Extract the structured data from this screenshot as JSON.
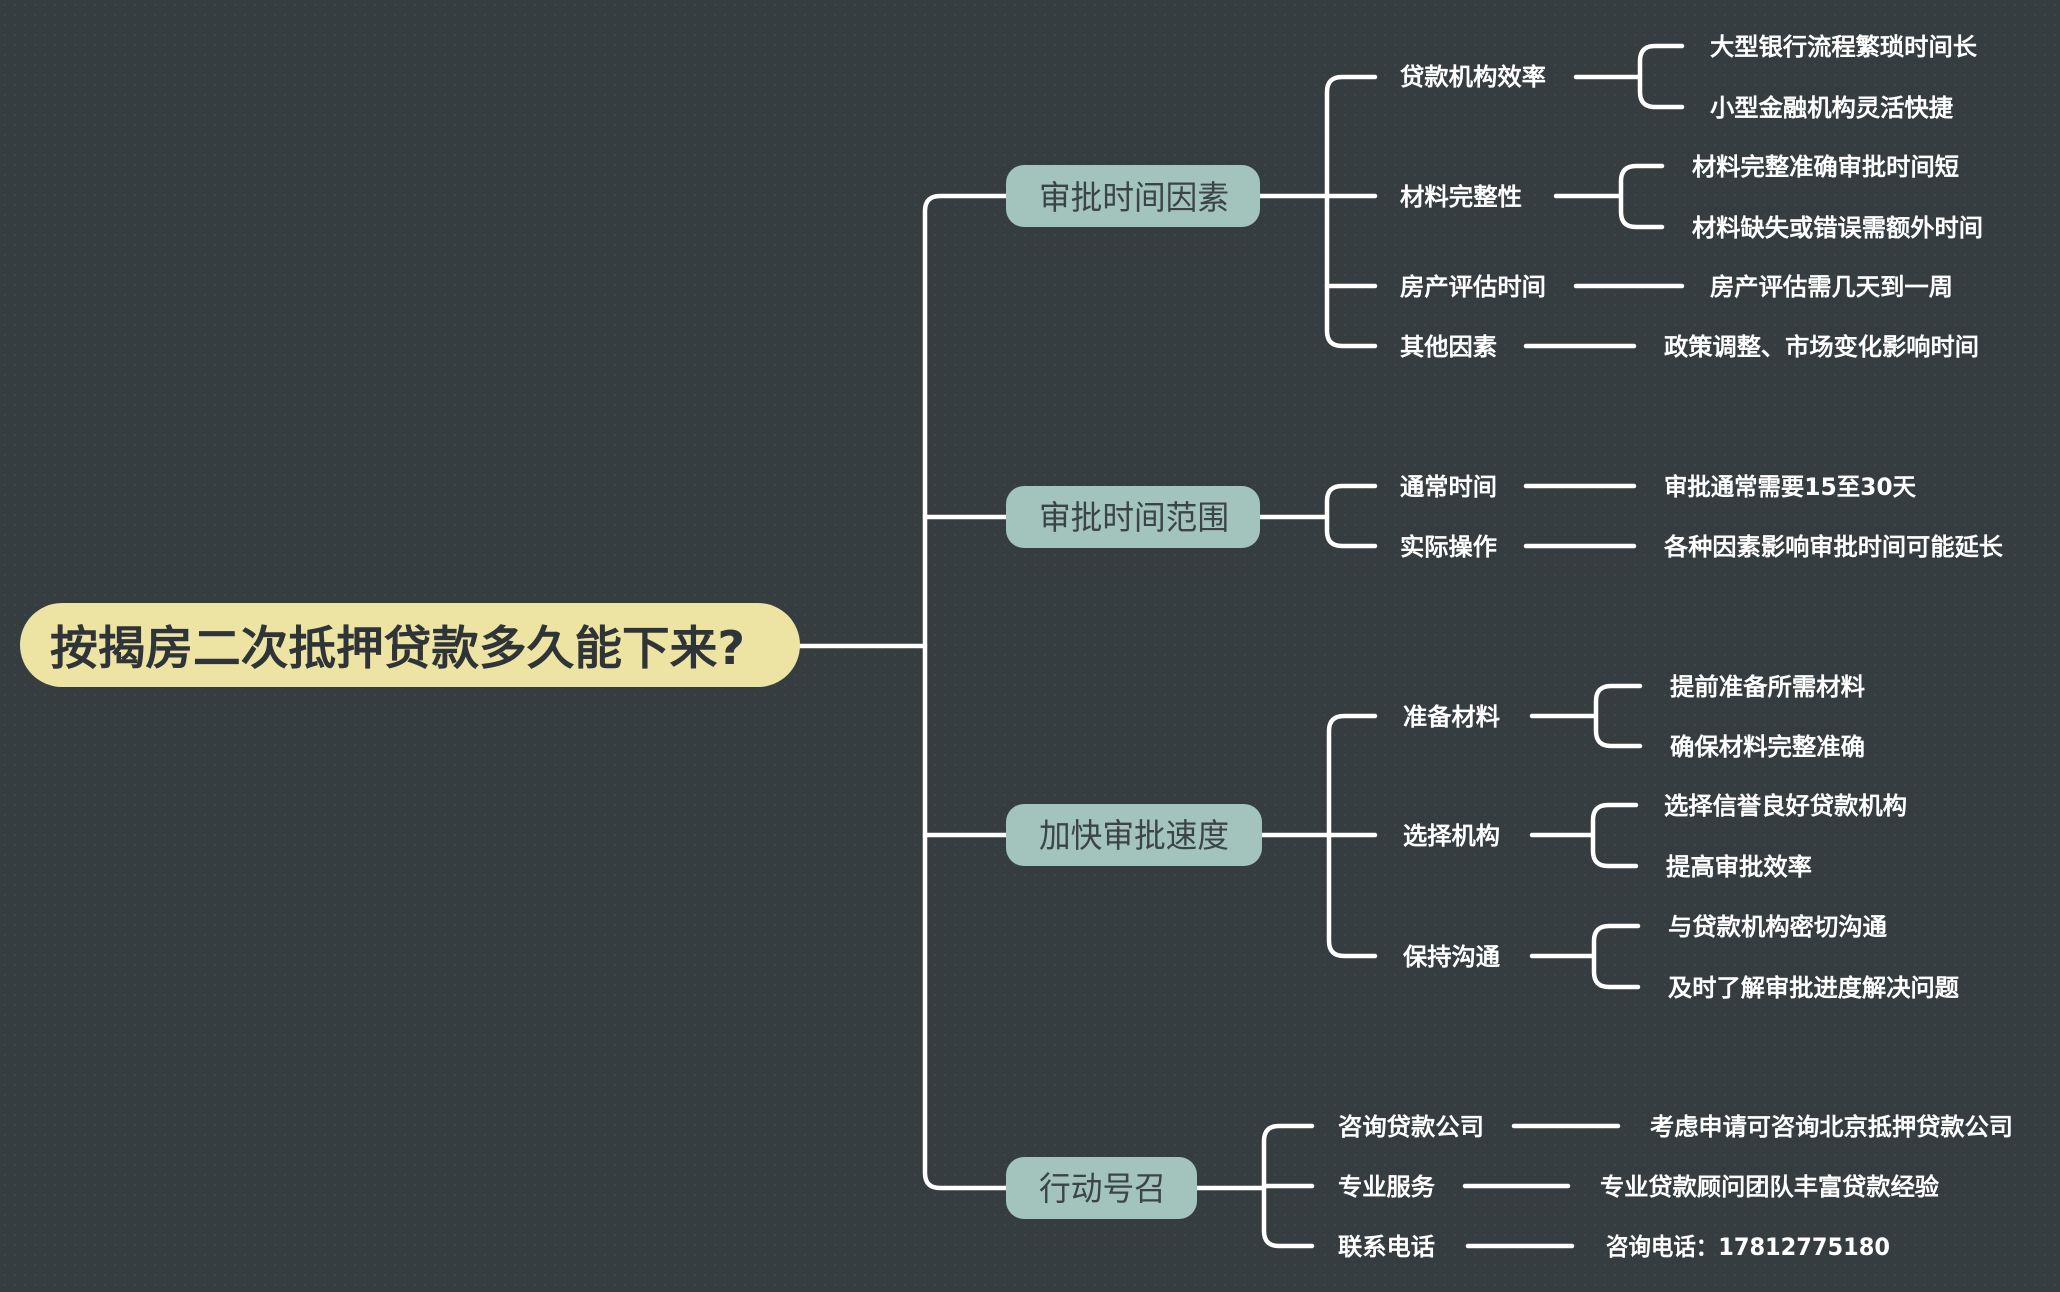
{
  "root": {
    "label": "按揭房二次抵押贷款多久能下来?"
  },
  "colors": {
    "background": "#363d40",
    "root_fill": "#ede4a3",
    "topic_fill": "#a3c4bc",
    "line": "#ffffff",
    "branch_text": "#ffffff"
  },
  "topics": [
    {
      "label": "审批时间因素",
      "children": [
        {
          "label": "贷款机构效率",
          "children": [
            {
              "label": "大型银行流程繁琐时间长"
            },
            {
              "label": "小型金融机构灵活快捷"
            }
          ]
        },
        {
          "label": "材料完整性",
          "children": [
            {
              "label": "材料完整准确审批时间短"
            },
            {
              "label": "材料缺失或错误需额外时间"
            }
          ]
        },
        {
          "label": "房产评估时间",
          "children": [
            {
              "label": "房产评估需几天到一周"
            }
          ]
        },
        {
          "label": "其他因素",
          "children": [
            {
              "label": "政策调整、市场变化影响时间"
            }
          ]
        }
      ]
    },
    {
      "label": "审批时间范围",
      "children": [
        {
          "label": "通常时间",
          "children": [
            {
              "label": "审批通常需要15至30天"
            }
          ]
        },
        {
          "label": "实际操作",
          "children": [
            {
              "label": "各种因素影响审批时间可能延长"
            }
          ]
        }
      ]
    },
    {
      "label": "加快审批速度",
      "children": [
        {
          "label": "准备材料",
          "children": [
            {
              "label": "提前准备所需材料"
            },
            {
              "label": "确保材料完整准确"
            }
          ]
        },
        {
          "label": "选择机构",
          "children": [
            {
              "label": "选择信誉良好贷款机构"
            },
            {
              "label": "提高审批效率"
            }
          ]
        },
        {
          "label": "保持沟通",
          "children": [
            {
              "label": "与贷款机构密切沟通"
            },
            {
              "label": "及时了解审批进度解决问题"
            }
          ]
        }
      ]
    },
    {
      "label": "行动号召",
      "children": [
        {
          "label": "咨询贷款公司",
          "children": [
            {
              "label": "考虑申请可咨询北京抵押贷款公司"
            }
          ]
        },
        {
          "label": "专业服务",
          "children": [
            {
              "label": "专业贷款顾问团队丰富贷款经验"
            }
          ]
        },
        {
          "label": "联系电话",
          "children": [
            {
              "label": "咨询电话：17812775180"
            }
          ]
        }
      ]
    }
  ]
}
